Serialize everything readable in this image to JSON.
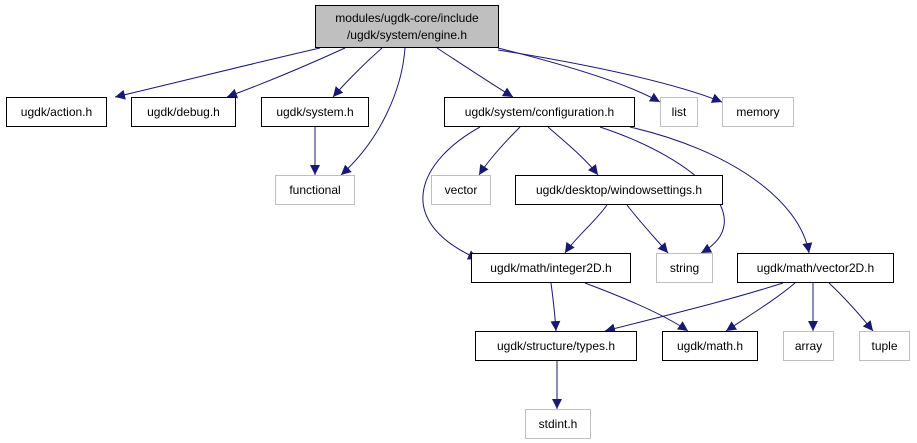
{
  "graph": {
    "root": {
      "lines": [
        "modules/ugdk-core/include",
        "/ugdk/system/engine.h"
      ]
    },
    "nodes": {
      "action": "ugdk/action.h",
      "debug": "ugdk/debug.h",
      "system": "ugdk/system.h",
      "configuration": "ugdk/system/configuration.h",
      "list": "list",
      "memory": "memory",
      "functional": "functional",
      "vector": "vector",
      "windowsettings": "ugdk/desktop/windowsettings.h",
      "integer2d": "ugdk/math/integer2D.h",
      "string": "string",
      "vector2d": "ugdk/math/vector2D.h",
      "types": "ugdk/structure/types.h",
      "math": "ugdk/math.h",
      "array": "array",
      "tuple": "tuple",
      "stdint": "stdint.h"
    },
    "external": [
      "list",
      "memory",
      "functional",
      "vector",
      "string",
      "array",
      "tuple",
      "stdint"
    ],
    "edges": [
      [
        "root",
        "action"
      ],
      [
        "root",
        "debug"
      ],
      [
        "root",
        "system"
      ],
      [
        "root",
        "functional"
      ],
      [
        "root",
        "configuration"
      ],
      [
        "root",
        "list"
      ],
      [
        "root",
        "memory"
      ],
      [
        "system",
        "functional"
      ],
      [
        "configuration",
        "vector"
      ],
      [
        "configuration",
        "windowsettings"
      ],
      [
        "configuration",
        "integer2d"
      ],
      [
        "configuration",
        "string"
      ],
      [
        "configuration",
        "vector2d"
      ],
      [
        "windowsettings",
        "integer2d"
      ],
      [
        "windowsettings",
        "string"
      ],
      [
        "integer2d",
        "types"
      ],
      [
        "integer2d",
        "math"
      ],
      [
        "vector2d",
        "types"
      ],
      [
        "vector2d",
        "math"
      ],
      [
        "vector2d",
        "array"
      ],
      [
        "vector2d",
        "tuple"
      ],
      [
        "types",
        "stdint"
      ]
    ],
    "edge_color": "#191970",
    "external_border_color": "#bfbfbf",
    "root_fill_color": "#bfbfbf"
  }
}
